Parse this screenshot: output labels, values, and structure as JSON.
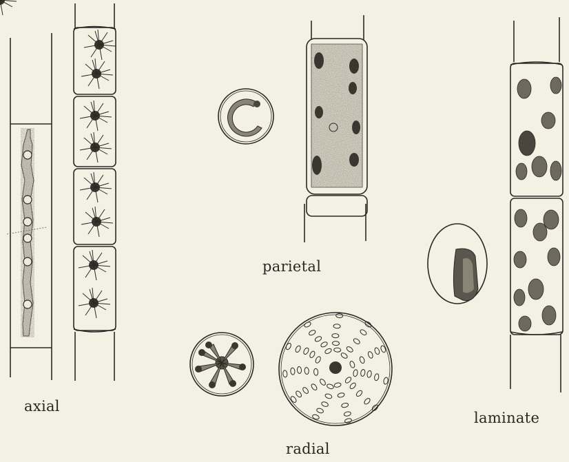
{
  "labels": {
    "axial": "axial",
    "parietal": "parietal",
    "radial": "radial",
    "laminate": "laminate"
  },
  "colors": {
    "background": "#f3f0e4",
    "ink": "#2a2824",
    "stipple": "#5a564e"
  }
}
